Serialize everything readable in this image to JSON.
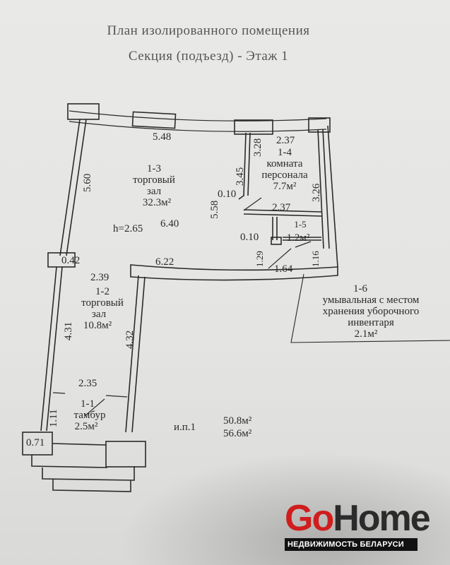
{
  "header": {
    "title": "План изолированного помещения",
    "subtitle": "Секция (подъезд) -    Этаж 1"
  },
  "rooms": [
    {
      "id": "1-3",
      "name": "торговый",
      "name2": "зал",
      "area": "32.3м²"
    },
    {
      "id": "1-4",
      "name": "комната",
      "name2": "персонала",
      "area": "7.7м²"
    },
    {
      "id": "1-5",
      "area": "1.2м²"
    },
    {
      "id": "1-2",
      "name": "торговый",
      "name2": "зал",
      "area": "10.8м²"
    },
    {
      "id": "1-1",
      "name": "тамбур",
      "area": "2.5м²"
    },
    {
      "id": "1-6",
      "name": "умывальная с местом",
      "name2": "хранения уборочного",
      "name3": "инвентаря",
      "area": "2.1м²"
    }
  ],
  "dimensions": {
    "d548": "5.48",
    "d237a": "2.37",
    "d328": "3.28",
    "d345": "3.45",
    "d560": "5.60",
    "d010a": "0.10",
    "d558": "5.58",
    "d326": "3.26",
    "d237b": "2.37",
    "height": "h=2.65",
    "d640": "6.40",
    "d010b": "0.10",
    "d129": "1.29",
    "d116": "1.16",
    "d042": "0.42",
    "d622": "6.22",
    "d164": "1.64",
    "d239": "2.39",
    "d431": "4.31",
    "d432": "4.32",
    "d235": "2.35",
    "d111": "1.11",
    "d071": "0.71"
  },
  "totals": {
    "label": "и.п.1",
    "area1": "50.8м²",
    "area2": "56.6м²"
  },
  "logo": {
    "go": "Go",
    "home": "Home",
    "tagline": "НЕДВИЖИМОСТЬ БЕЛАРУСИ",
    "brand_red": "#d01d1d"
  }
}
